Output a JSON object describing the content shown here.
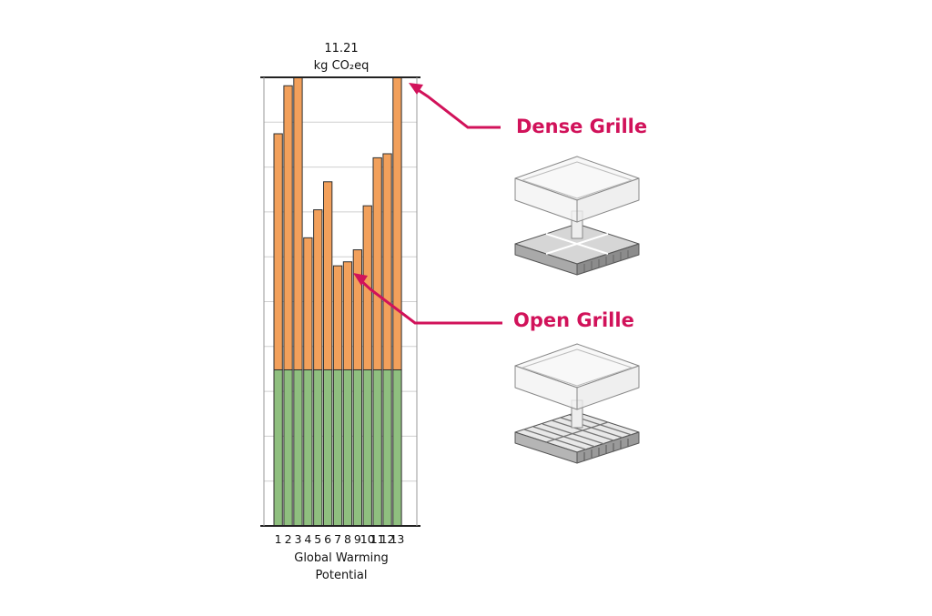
{
  "chart_data": {
    "type": "bar",
    "categories": [
      "1",
      "2",
      "3",
      "4",
      "5",
      "6",
      "7",
      "8",
      "9",
      "10",
      "11",
      "12",
      "13"
    ],
    "series": [
      {
        "values": [
          3.9,
          3.9,
          3.9,
          3.9,
          3.9,
          3.9,
          3.9,
          3.9,
          3.9,
          3.9,
          3.9,
          3.9,
          3.9
        ]
      },
      {
        "values": [
          5.9,
          7.1,
          7.3,
          3.3,
          4.0,
          4.7,
          2.6,
          2.7,
          3.0,
          4.1,
          5.3,
          5.4,
          7.3
        ]
      }
    ],
    "total_label": "11.21",
    "unit_label": "kg CO₂eq",
    "xlabel": "Global Warming Potential",
    "ylim": [
      0,
      11.21
    ],
    "grid": true
  },
  "callouts": {
    "dense": "Dense Grille",
    "open": "Open Grille"
  },
  "colors": {
    "upper": "#f2a05b",
    "lower": "#8fbf7f",
    "callout": "#d1125a",
    "axis": "#222222",
    "grid": "#cfcfcf"
  }
}
